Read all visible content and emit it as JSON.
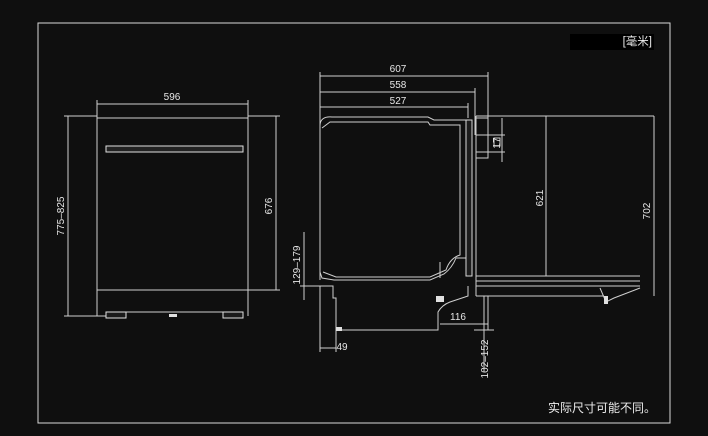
{
  "unit_label": "[毫米]",
  "note": "实际尺寸可能不同。",
  "front_view": {
    "width": "596",
    "height_total": "775–825",
    "height_body": "676"
  },
  "side_view": {
    "depth_total": "607",
    "depth_558": "558",
    "depth_527": "527",
    "gap_17": "17",
    "height_621": "621",
    "height_702": "702",
    "foot_adjust": "129–179",
    "offset_116": "116",
    "foot_49": "49",
    "foot_range": "102–152"
  },
  "colors": {
    "background": "#0f0f0f",
    "frame": "#d8d8d8",
    "lines": "#cfcfcf",
    "text": "#e6e6e6"
  }
}
